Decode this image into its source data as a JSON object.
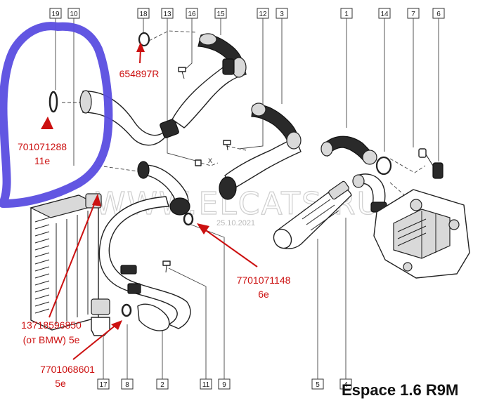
{
  "title": "Espace 1.6 R9M",
  "watermark": {
    "site": "WWW.ELCATS.RU",
    "date": "25.10.2021"
  },
  "callouts_top": [
    {
      "num": "19"
    },
    {
      "num": "10"
    },
    {
      "num": "18"
    },
    {
      "num": "13"
    },
    {
      "num": "16"
    },
    {
      "num": "15"
    },
    {
      "num": "12"
    },
    {
      "num": "3"
    },
    {
      "num": "1"
    },
    {
      "num": "14"
    },
    {
      "num": "7"
    },
    {
      "num": "6"
    }
  ],
  "callouts_bottom": [
    {
      "num": "17"
    },
    {
      "num": "8"
    },
    {
      "num": "2"
    },
    {
      "num": "11"
    },
    {
      "num": "9"
    },
    {
      "num": "5"
    },
    {
      "num": "4"
    }
  ],
  "annotations": [
    {
      "code": "654897R",
      "note": ""
    },
    {
      "code": "701071288",
      "note": "11e"
    },
    {
      "code": "7701071148",
      "note": "6e"
    },
    {
      "code": "13718596850",
      "note": "(от BMW) 5e"
    },
    {
      "code": "7701068601",
      "note": "5e"
    }
  ],
  "small_marks": {
    "x_mark": "X"
  },
  "colors": {
    "annotation": "#cc1111",
    "highlight_stroke": "#5a4de0"
  }
}
